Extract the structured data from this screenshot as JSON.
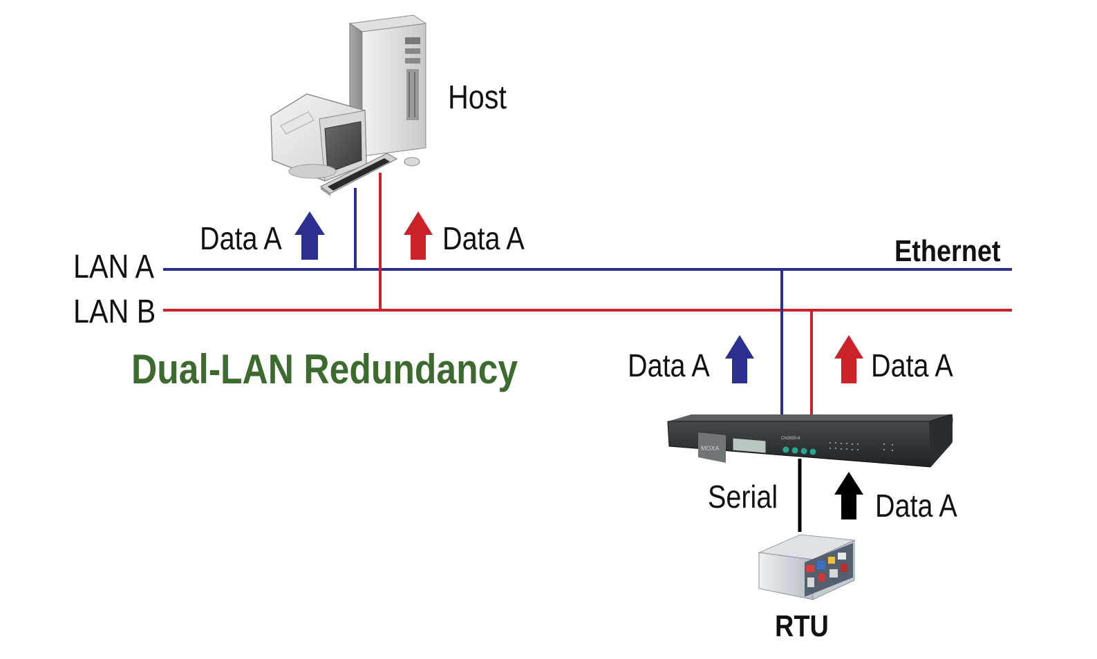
{
  "title": "Dual-LAN Redundancy",
  "network_label": "Ethernet",
  "host_label": "Host",
  "lan_a_label": "LAN A",
  "lan_b_label": "LAN B",
  "serial_label": "Serial",
  "rtu_label": "RTU",
  "device_brand": "MOXA",
  "device_model": "CN2650-8",
  "flow_labels": {
    "host_lan_a": "Data A",
    "host_lan_b": "Data A",
    "device_lan_a": "Data A",
    "device_lan_b": "Data A",
    "serial": "Data A"
  },
  "colors": {
    "lan_a": "#2b2f8f",
    "lan_b": "#cc2229",
    "serial": "#000000",
    "title": "#3d6b2f",
    "text": "#111111"
  }
}
